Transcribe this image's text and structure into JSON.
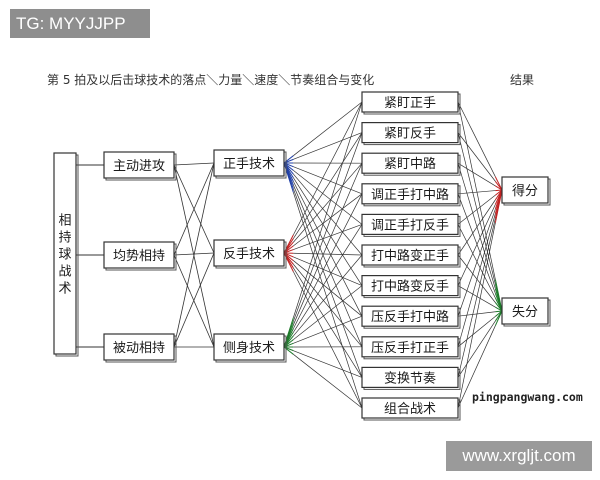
{
  "watermarks": {
    "top_left": "TG: MYYJJPP",
    "site_label": "pingpangwang.com",
    "bottom_right": "www.xrgljt.com"
  },
  "header": {
    "title": "第 5 拍及以后击球技术的落点＼力量＼速度＼节奏组合与变化",
    "result_label": "结果"
  },
  "diagram": {
    "root": "相持球战术",
    "tactics": [
      "主动进攻",
      "均势相持",
      "被动相持"
    ],
    "techniques": [
      "正手技术",
      "反手技术",
      "侧身技术"
    ],
    "placements": [
      "紧盯正手",
      "紧盯反手",
      "紧盯中路",
      "调正手打中路",
      "调正手打反手",
      "打中路变正手",
      "打中路变反手",
      "压反手打中路",
      "压反手打正手",
      "变换节奏",
      "组合战术"
    ],
    "results": [
      "得分",
      "失分"
    ],
    "colors": {
      "line": "#333333",
      "box_border": "#333333",
      "forehand_accent": "#1f3fa6",
      "backhand_accent": "#c02020",
      "sidestep_accent": "#1d7a2a",
      "score_accent": "#c02020",
      "lose_accent": "#1d7a2a"
    }
  }
}
